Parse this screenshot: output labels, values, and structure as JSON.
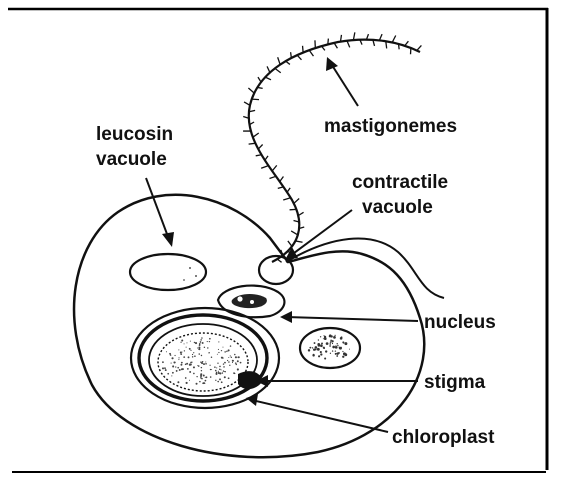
{
  "figure": {
    "labels": {
      "leucosin_line1": "leucosin",
      "leucosin_line2": "vacuole",
      "mastigonemes": "mastigonemes",
      "contractile_line1": "contractile",
      "contractile_line2": "vacuole",
      "nucleus": "nucleus",
      "stigma": "stigma",
      "chloroplast": "chloroplast"
    },
    "colors": {
      "ink": "#111111",
      "background": "#ffffff",
      "frame": "#000000"
    }
  }
}
